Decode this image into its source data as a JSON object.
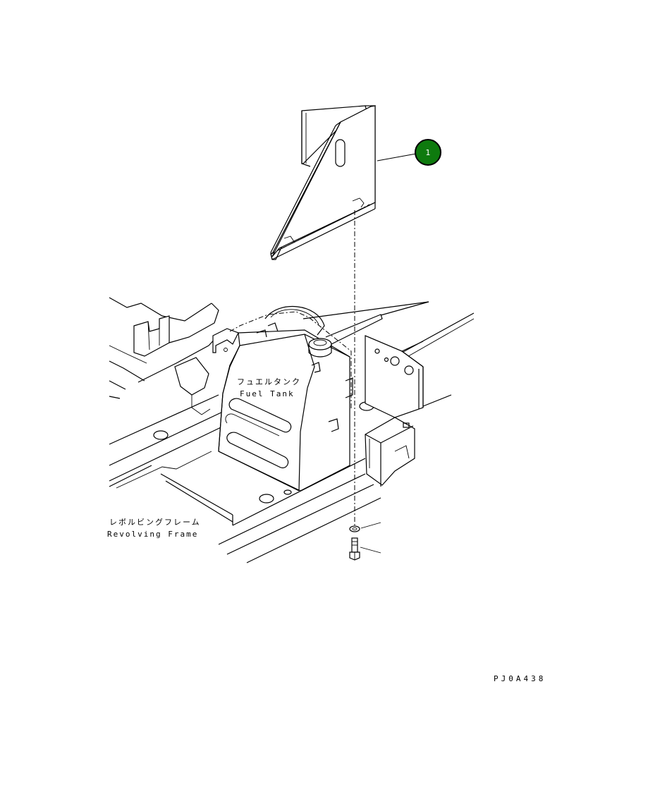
{
  "labels": {
    "fuel_tank_jp": "フュエルタンク",
    "fuel_tank_en": "Fuel Tank",
    "frame_jp": "レボルビングフレーム",
    "frame_en": "Revolving Frame",
    "drawing_code": "PJ0A438"
  },
  "callouts": [
    {
      "number": "1"
    }
  ],
  "colors": {
    "callout_fill": "#0e7a0e",
    "line": "#000000",
    "background": "#ffffff"
  }
}
